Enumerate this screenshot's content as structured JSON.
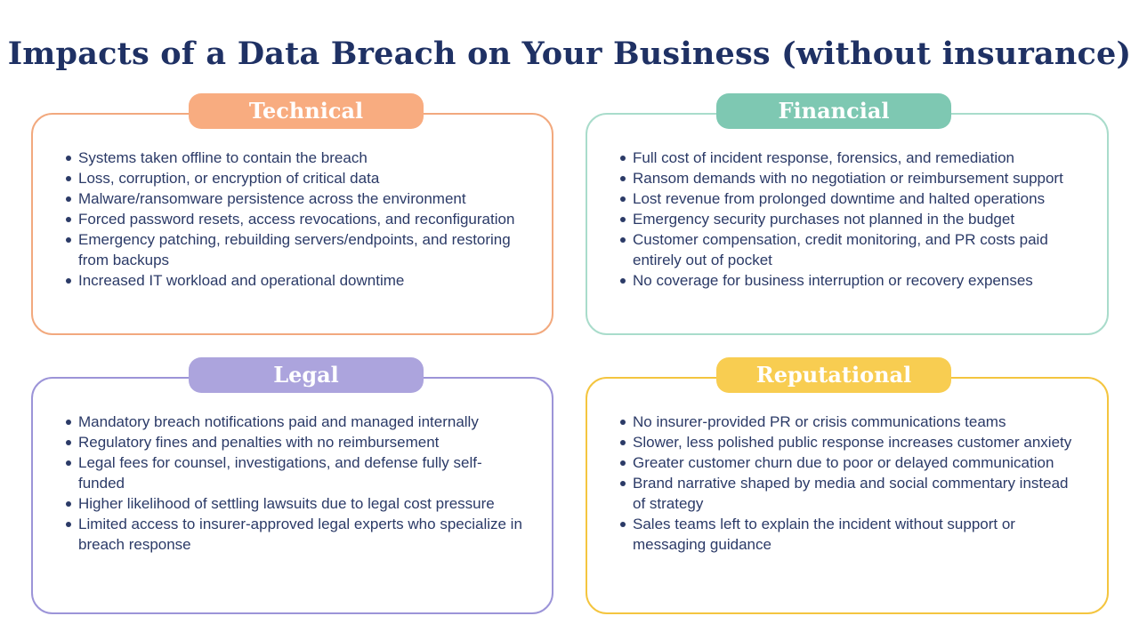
{
  "title": "Impacts of a Data Breach on Your Business (without insurance)",
  "colors": {
    "background": "#FFFFFF",
    "title_text": "#1F3164",
    "body_text": "#2B3A67",
    "header_text": "#FFFFFF",
    "technical_header": "#F8AC80",
    "technical_border": "#F2A97E",
    "financial_header": "#7EC8B2",
    "financial_border": "#A9DCCB",
    "legal_header": "#ACA4DD",
    "legal_border": "#9C94D8",
    "reputational_header": "#F8CD51",
    "reputational_border": "#F4C53F"
  },
  "sections": {
    "technical": {
      "label": "Technical",
      "items": [
        "Systems taken offline to contain the breach",
        "Loss, corruption, or encryption of critical data",
        "Malware/ransomware persistence across the environment",
        "Forced password resets, access revocations, and reconfiguration",
        "Emergency patching, rebuilding servers/endpoints, and restoring from backups",
        "Increased IT workload and operational downtime"
      ]
    },
    "financial": {
      "label": "Financial",
      "items": [
        "Full cost of incident response, forensics, and remediation",
        "Ransom demands with no negotiation or reimbursement support",
        "Lost revenue from prolonged downtime and halted operations",
        "Emergency security purchases not planned in the budget",
        "Customer compensation, credit monitoring, and PR costs paid entirely out of pocket",
        "No coverage for business interruption or recovery expenses"
      ]
    },
    "legal": {
      "label": "Legal",
      "items": [
        "Mandatory breach notifications paid and managed internally",
        "Regulatory fines and penalties with no reimbursement",
        "Legal fees for counsel, investigations, and defense fully self-funded",
        "Higher likelihood of settling lawsuits due to legal cost pressure",
        "Limited access to insurer-approved legal experts who specialize in breach response"
      ]
    },
    "reputational": {
      "label": "Reputational",
      "items": [
        "No insurer-provided PR or crisis communications teams",
        "Slower, less polished public response increases customer anxiety",
        "Greater customer churn due to poor or delayed communication",
        "Brand narrative shaped by media and social commentary instead of strategy",
        "Sales teams left to explain the incident without support or messaging guidance"
      ]
    }
  }
}
